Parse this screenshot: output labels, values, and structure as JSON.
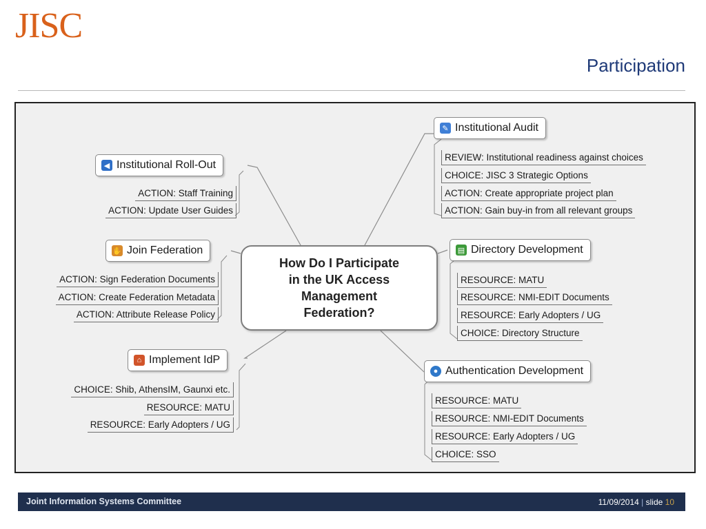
{
  "header": {
    "logo_text": "JISC",
    "title": "Participation"
  },
  "mindmap": {
    "center": [
      "How Do I Participate",
      "in the UK Access",
      "Management",
      "Federation?"
    ],
    "topics": {
      "audit": {
        "label": "Institutional Audit",
        "icon": "pencil-icon",
        "color": "#3f7fd6",
        "items": [
          "REVIEW: Institutional readiness against choices",
          "CHOICE: JISC 3 Strategic Options",
          "ACTION: Create appropriate project plan",
          "ACTION: Gain buy-in from all relevant groups"
        ]
      },
      "rollout": {
        "label": "Institutional Roll-Out",
        "icon": "megaphone-icon",
        "color": "#2f6fc7",
        "items": [
          "ACTION: Staff Training",
          "ACTION: Update User Guides"
        ]
      },
      "join": {
        "label": "Join Federation",
        "icon": "handshake-icon",
        "color": "#d88a2b",
        "items": [
          "ACTION: Sign Federation Documents",
          "ACTION: Create Federation Metadata",
          "ACTION: Attribute Release Policy"
        ]
      },
      "directory": {
        "label": "Directory Development",
        "icon": "directory-icon",
        "color": "#3d9a3a",
        "items": [
          "RESOURCE: MATU",
          "RESOURCE: NMI-EDIT Documents",
          "RESOURCE: Early Adopters / UG",
          "CHOICE: Directory Structure"
        ]
      },
      "idp": {
        "label": "Implement IdP",
        "icon": "house-icon",
        "color": "#d1542a",
        "items": [
          "CHOICE: Shib, AthensIM, Gaunxi etc.",
          "RESOURCE: MATU",
          "RESOURCE: Early Adopters / UG"
        ]
      },
      "auth": {
        "label": "Authentication Development",
        "icon": "globe-icon",
        "color": "#2f78c9",
        "items": [
          "RESOURCE: MATU",
          "RESOURCE: NMI-EDIT Documents",
          "RESOURCE: Early Adopters / UG",
          "CHOICE: SSO"
        ]
      }
    }
  },
  "footer": {
    "org": "Joint Information Systems Committee",
    "date": "11/09/2014",
    "separator": "|",
    "slide_label": "slide",
    "slide_number": "10"
  }
}
